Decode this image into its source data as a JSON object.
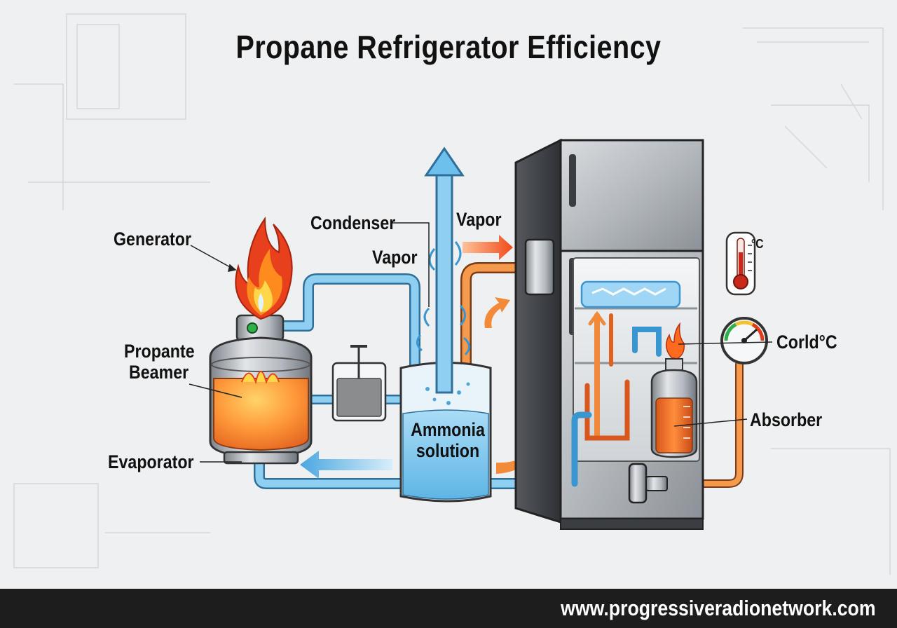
{
  "title": "Propane Refrigerator Efficiency",
  "labels": {
    "generator": "Generator",
    "condenser": "Condenser",
    "vapor_top": "Vapor",
    "vapor_mid": "Vapor",
    "propane_beamer_line1": "Propante",
    "propane_beamer_line2": "Beamer",
    "evaporator": "Evaporator",
    "ammonia_line1": "Ammonia",
    "ammonia_line2": "solution",
    "cold_gauge": "Corld°C",
    "absorber": "Absorber",
    "thermometer_unit": "°C"
  },
  "footer": {
    "url": "www.progressiveradionetwork.com"
  },
  "colors": {
    "flame_outer": "#e8401c",
    "flame_mid": "#ff8a1e",
    "flame_inner": "#ffd84a",
    "hot_pipe": "#f08a3a",
    "cold_pipe": "#7cc4ec",
    "ice": "#9fd6f5",
    "fridge_body": "#9aa0a6",
    "footer_bg": "#1d1d1d"
  }
}
